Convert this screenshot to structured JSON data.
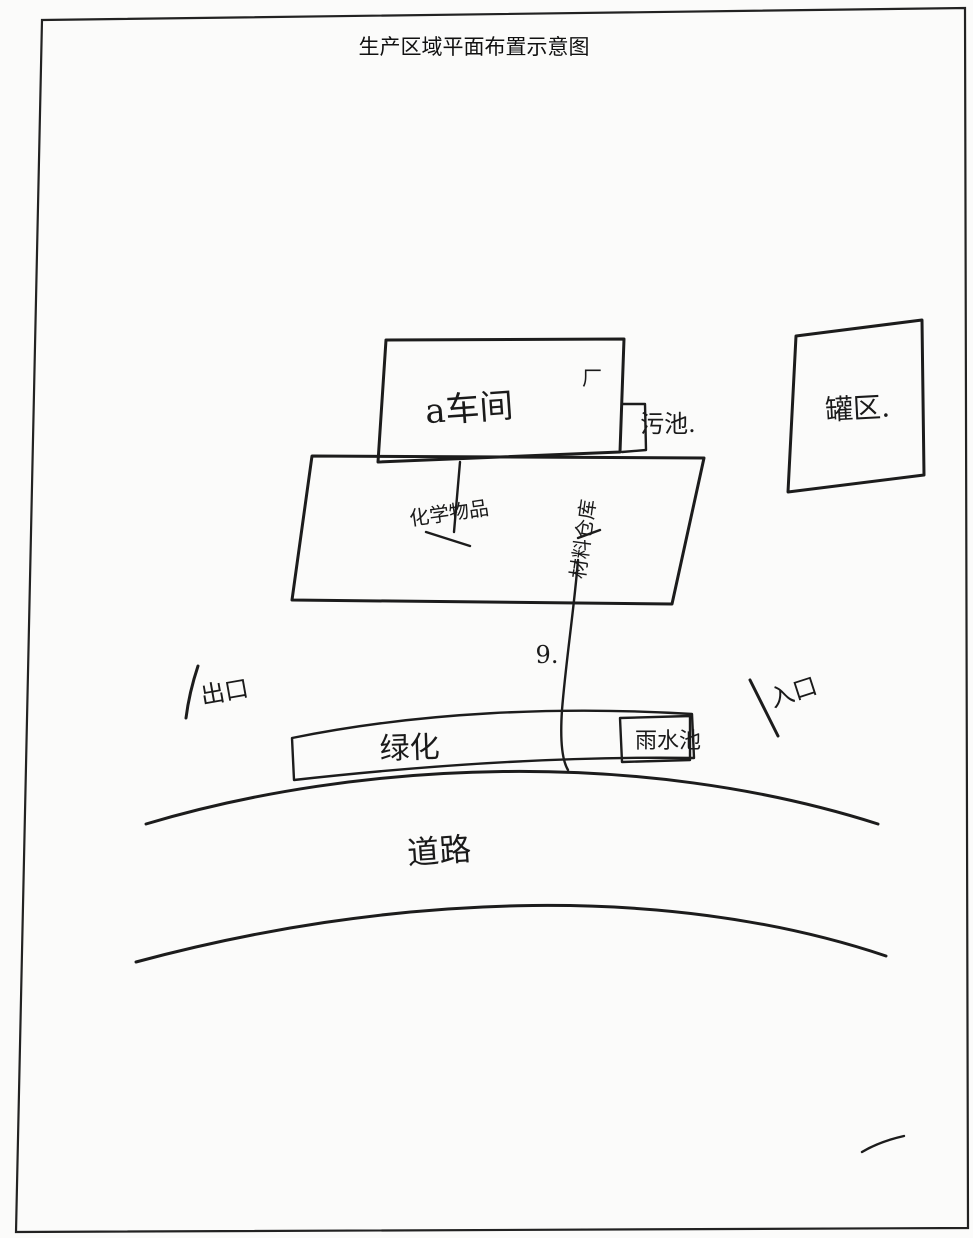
{
  "title": "生产区域平面布置示意图",
  "labels": {
    "workshop": "a车间",
    "workshop_tag": "厂",
    "pool": "污池.",
    "tank_area": "罐区.",
    "warehouse_left": "化学物品",
    "warehouse_right": "材料仓库",
    "distance": "9.",
    "exit": "出口",
    "entrance": "入口",
    "greenbelt": "绿化",
    "rain_pool": "雨水池",
    "road": "道路"
  }
}
